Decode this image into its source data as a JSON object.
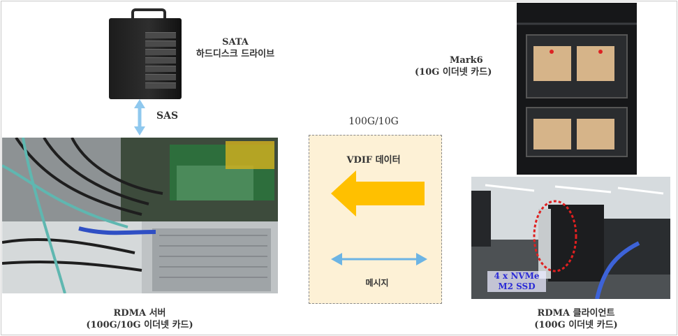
{
  "nas": {
    "title_line1": "SATA",
    "title_line2": "하드디스크 드라이브"
  },
  "sas_link": {
    "label": "SAS"
  },
  "network": {
    "speed_label": "100G/10G",
    "data_label": "VDIF 데이터",
    "message_label": "메시지"
  },
  "mark6": {
    "title_line1": "Mark6",
    "title_line2": "(10G 이더넷 카드)"
  },
  "server": {
    "title_line1": "RDMA 서버",
    "title_line2": "(100G/10G 이더넷 카드)"
  },
  "client": {
    "title_line1": "RDMA 클라이언트",
    "title_line2": "(100G 이더넷 카드)",
    "nvme_line1": "4 x NVMe",
    "nvme_line2": "M2 SSD"
  },
  "colors": {
    "data_arrow": "#ffc000",
    "message_arrow": "#6cb4e4",
    "box_fill": "#fdf1d6",
    "nvme_text": "#2b2bd6"
  },
  "icons": [
    "nas-drive-icon",
    "double-arrow-icon",
    "server-photo",
    "client-photo",
    "mark6-photo"
  ]
}
